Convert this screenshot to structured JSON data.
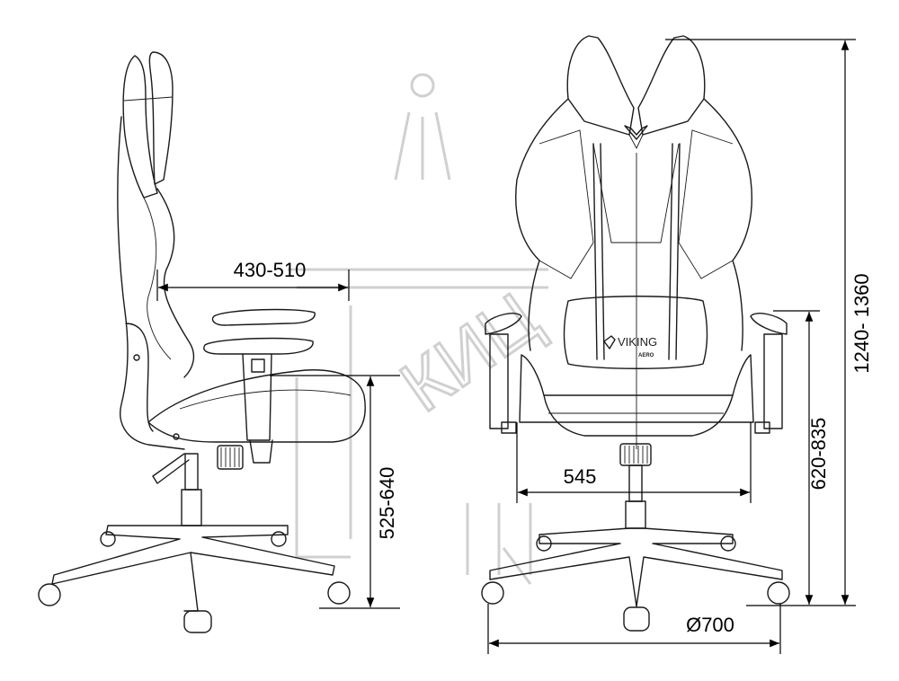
{
  "dimensions": {
    "seat_depth": "430-510",
    "seat_height": "525-640",
    "seat_width": "545",
    "armrest_height": "620-835",
    "total_height": "1240- 1360",
    "base_diameter": "Ø700"
  },
  "logo": {
    "brand": "VIKING",
    "model": "AERO"
  },
  "watermark": "КИЦ",
  "colors": {
    "line": "#1a1a1a",
    "watermark": "#d0d0d0"
  }
}
